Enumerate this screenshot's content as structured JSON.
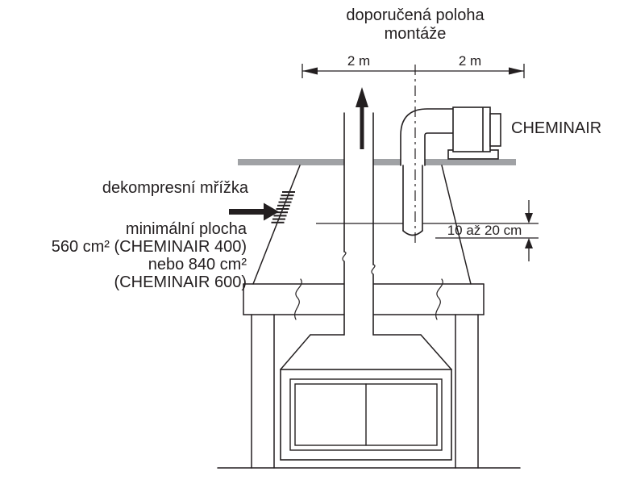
{
  "diagram": {
    "top_note": {
      "line1": "doporučená poloha",
      "line2": "montáže"
    },
    "dimensions": {
      "left": "2 m",
      "right": "2 m",
      "height_range": "10 až 20 cm"
    },
    "device_label": "CHEMINAIR",
    "grille_label": "dekompresní mřížka",
    "area_note": {
      "line1": "minimální plocha",
      "line2": "560 cm² (CHEMINAIR 400)",
      "line3": "nebo 840 cm²",
      "line4": "(CHEMINAIR 600)"
    },
    "colors": {
      "line": "#231f20",
      "ceiling": "#a0a2a5",
      "background": "#ffffff"
    }
  }
}
